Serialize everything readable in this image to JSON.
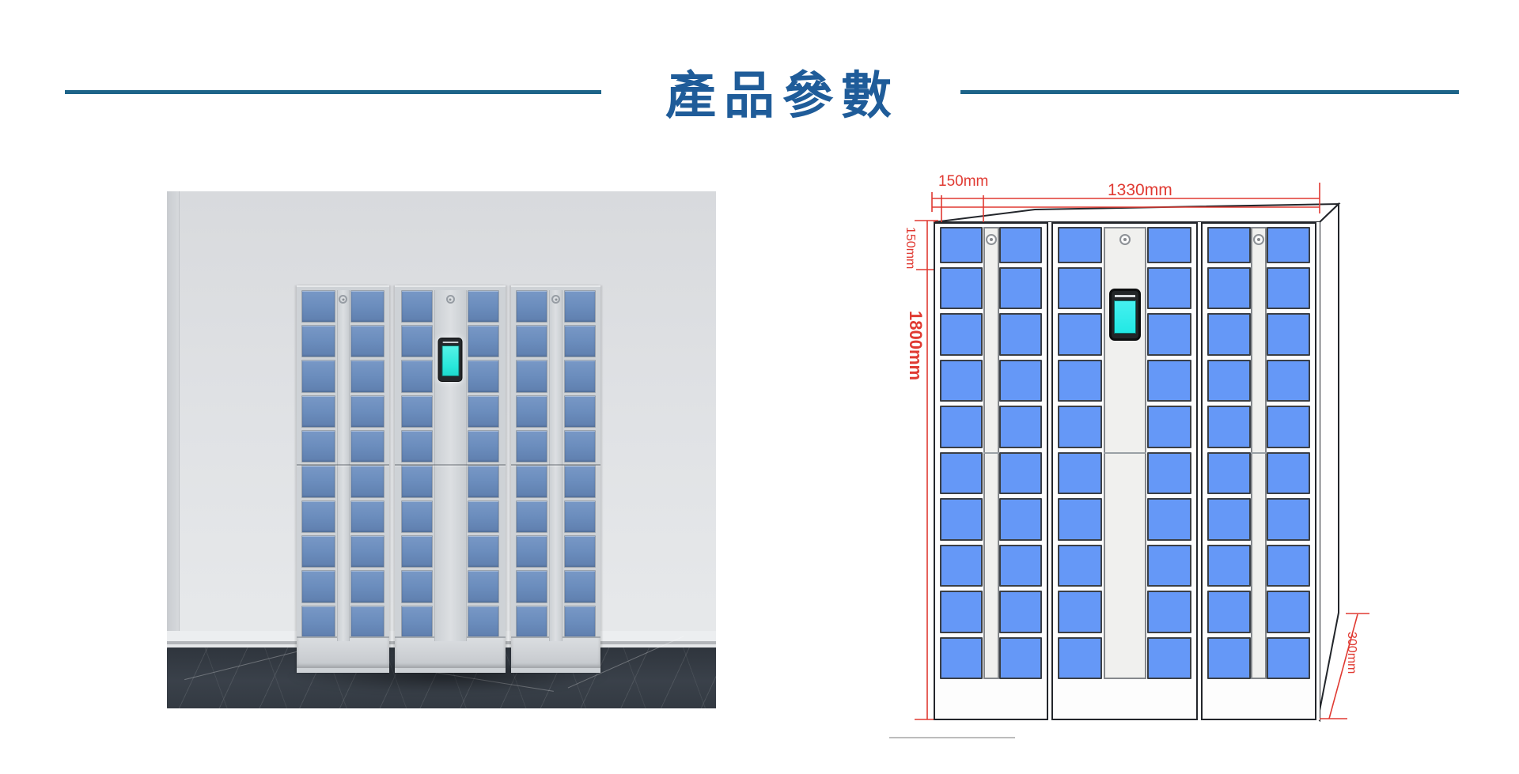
{
  "header": {
    "title": "產品參數"
  },
  "dimensions": {
    "top_offset": "150mm",
    "total_width": "1330mm",
    "first_row_height": "150mm",
    "total_height": "1800mm",
    "depth": "300mm"
  },
  "locker": {
    "cabinet_count": 3,
    "door_columns_per_cabinet": 2,
    "rows_per_column": 10,
    "has_control_panel_cabinet": 2
  },
  "colors": {
    "title_blue": "#1f5c99",
    "divider_blue": "#1d6489",
    "dimension_red": "#e03a32",
    "drawing_door_blue": "#6598f7",
    "photo_door_blue": "#6b8dbd",
    "screen_cyan": "#27e7da"
  }
}
